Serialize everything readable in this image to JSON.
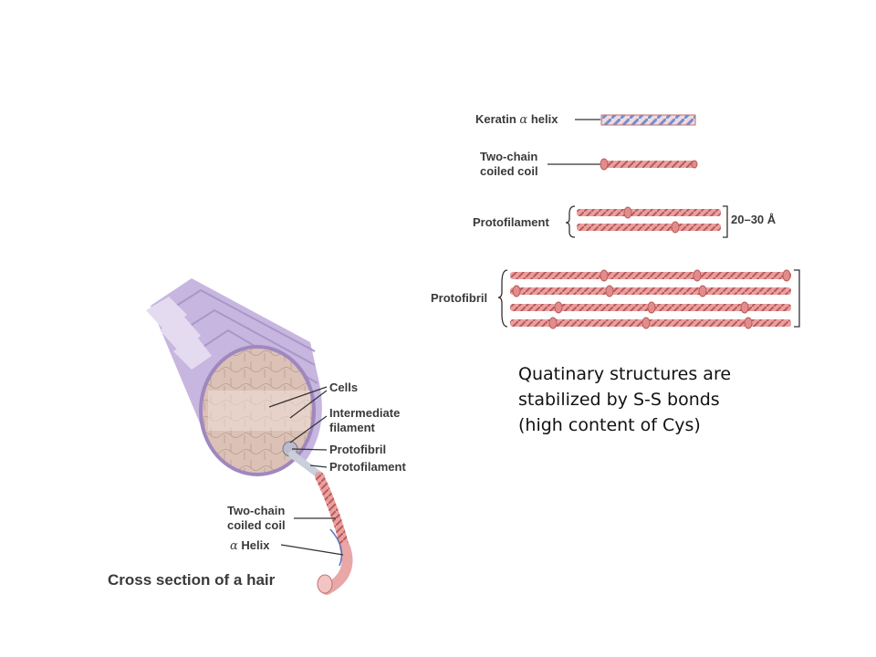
{
  "hierarchy": {
    "keratin_helix": "Keratin",
    "keratin_helix_suffix": "helix",
    "two_chain_line1": "Two-chain",
    "two_chain_line2": "coiled coil",
    "protofilament": "Protofilament",
    "dimension": "20–30 Å",
    "protofibril": "Protofibril"
  },
  "hair": {
    "cells": "Cells",
    "intermediate_line1": "Intermediate",
    "intermediate_line2": "filament",
    "protofibril": "Protofibril",
    "protofilament": "Protofilament",
    "two_chain_line1": "Two-chain",
    "two_chain_line2": "coiled coil",
    "alpha_helix": "Helix",
    "caption": "Cross section of a hair"
  },
  "note": {
    "line1": "Quatinary structures are",
    "line2": "stabilized by S-S bonds",
    "line3": "(high content of Cys)"
  },
  "symbols": {
    "alpha": "α"
  },
  "colors": {
    "rope": "#e68c8c",
    "rope_dark": "#b85a5a",
    "helix_blue": "#7f9ad6",
    "hair_purple": "#c9b8e0",
    "hair_cross": "#ddc2b8"
  }
}
